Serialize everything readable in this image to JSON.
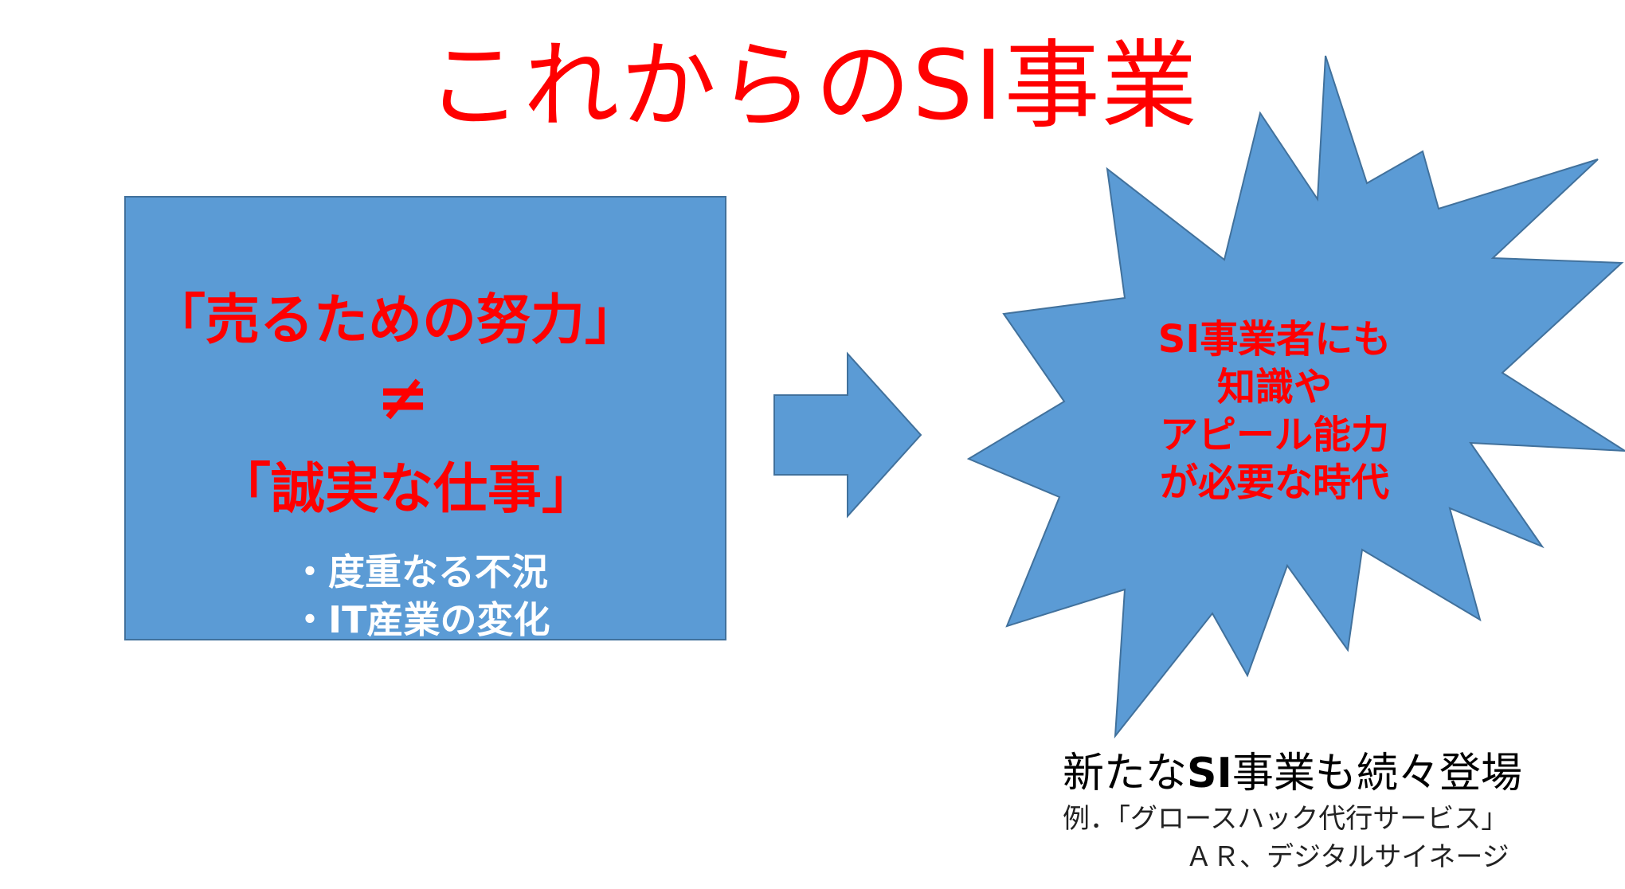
{
  "slide": {
    "title": "これからのSI事業",
    "left_box": {
      "line1": "「売るための努力」",
      "neq": "≠",
      "line2": "「誠実な仕事」",
      "bullets": [
        "・度重なる不況",
        "・IT産業の変化"
      ]
    },
    "star": {
      "lines": [
        "SI事業者にも",
        "知識や",
        "アピール能力",
        "が必要な時代"
      ]
    },
    "bottom": {
      "prefix": "新たな",
      "bold": "SI",
      "suffix": "事業も続々登場",
      "example_line1": "例．「グロースハック代行サービス」",
      "example_line2": "ＡＲ、デジタルサイネージ"
    }
  },
  "colors": {
    "title": "#ff0000",
    "box_fill": "#5b9bd5",
    "box_border": "#41719c",
    "emphasis": "#ff0000",
    "bullet_text": "#ffffff"
  }
}
